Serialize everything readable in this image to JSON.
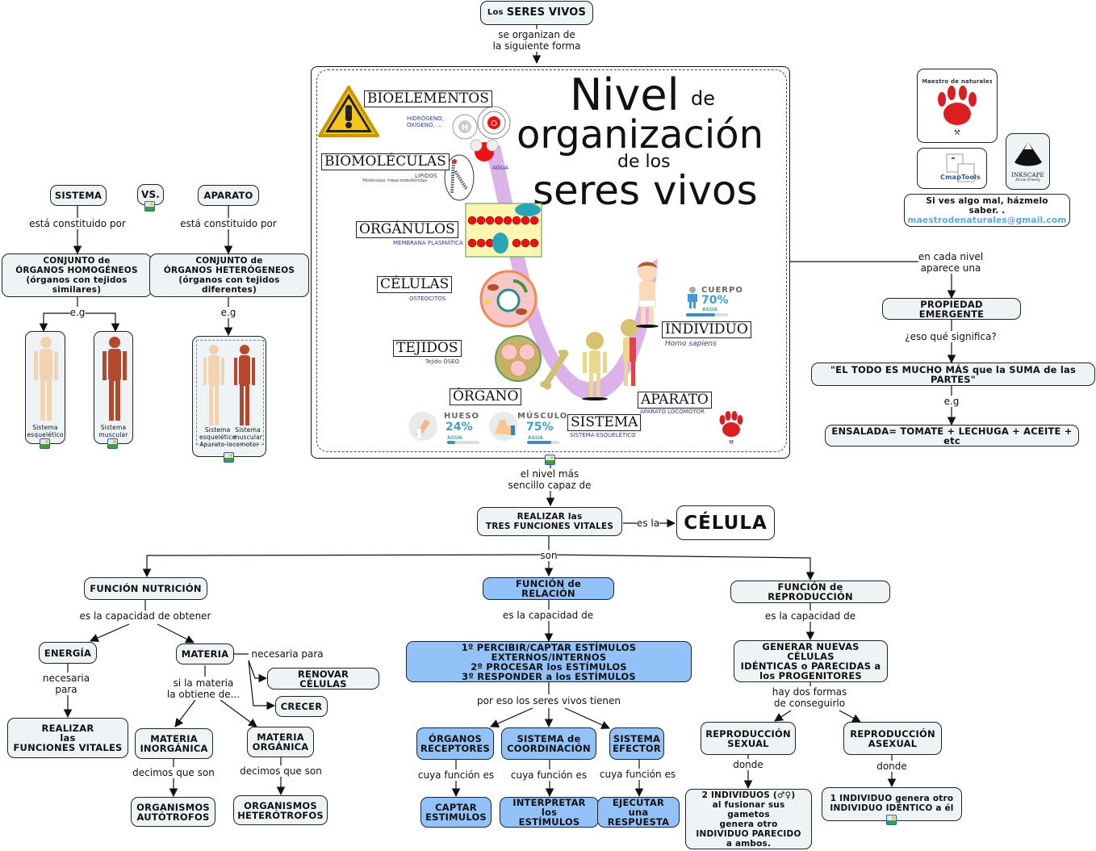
{
  "root": {
    "prefix": "Los",
    "main": "SERES VIVOS"
  },
  "link_root": "se organizan de\nla siguiente forma",
  "poster": {
    "title_nivel": "Nivel",
    "title_de": "de",
    "title_org": "organización",
    "title_delos": "de los",
    "title_seres": "seres vivos",
    "levels": [
      {
        "label": "BIOELEMENTOS",
        "sub": "HIDRÓGENO,\nOXÍGENO, ..."
      },
      {
        "label": "BIOMOLÉCULAS",
        "sub": "LÍPIDOS",
        "sub2": "Moléculas >macromoléculas"
      },
      {
        "label": "ORGÁNULOS",
        "sub": "MEMBRANA PLASMÁTICA"
      },
      {
        "label": "CÉLULAS",
        "sub": "OSTEOCITOS"
      },
      {
        "label": "TEJIDOS",
        "sub": "Tejido ÓSEO"
      },
      {
        "label": "ÓRGANO",
        "sub": ""
      },
      {
        "label": "SISTEMA",
        "sub": "SISTEMA ESQUELÉTICO"
      },
      {
        "label": "APARATO",
        "sub": "APARATO LOCOMOTOR"
      },
      {
        "label": "INDIVIDUO",
        "sub": "Homo sapiens"
      }
    ],
    "agua_label": "AGUA",
    "water_stats": [
      {
        "name": "HUESO",
        "percent": 24,
        "unit": "AGUA"
      },
      {
        "name": "MÚSCULO",
        "percent": 75,
        "unit": "AGUA"
      },
      {
        "name": "CUERPO",
        "percent": 70,
        "unit": "AGUA"
      }
    ],
    "atom_h": "H",
    "atom_o": "O"
  },
  "left": {
    "sistema": "SISTEMA",
    "vs": "VS.",
    "aparato": "APARATO",
    "link_sistema": "está constituido por",
    "link_aparato": "está constituido por",
    "homog": "CONJUNTO de\nÓRGANOS HOMOGÉNEOS\n(órganos con tejidos similares)",
    "heterog": "CONJUNTO de\nÓRGANOS HETERÓGENEOS\n(órganos con tejidos diferentes)",
    "eg1": "e.g",
    "eg2": "e.g",
    "esqueletico": "Sistema\nesquelético",
    "muscular": "Sistema\nmuscular",
    "ap_esq": "Sistema\nesquelético",
    "ap_mus": "Sistema\nmuscular",
    "ap_caption": "Aparato locomotor"
  },
  "right": {
    "logo_words": "Maestro de naturales",
    "cmap": "CmapTools",
    "inkscape": "INKSCAPE",
    "inkscape_tag": "Draw Freely",
    "contact_line": "Si ves algo mal, házmelo saber. .",
    "contact_email": "maestrodenaturales@gmail.com",
    "link_nivel": "en cada nivel\naparece una",
    "propiedad": "PROPIEDAD EMERGENTE",
    "link_significa": "¿eso qué significa?",
    "todo": "\"EL TODO ES MUCHO MÁS que la SUMA de las PARTES\"",
    "eg": "e.g",
    "ensalada": "ENSALADA= TOMATE + LECHUGA + ACEITE + etc"
  },
  "center": {
    "link_nivel": "el nivel más\nsencillo capaz de",
    "realizar": "REALIZAR las\nTRES FUNCIONES VITALES",
    "es_la": "es la",
    "celula": "CÉLULA",
    "son": "son"
  },
  "nutricion": {
    "title": "FUNCIÓN NUTRICIÓN",
    "link": "es la capacidad de obtener",
    "energia": "ENERGÍA",
    "materia": "MATERIA",
    "link_energia": "necesaria\npara",
    "realizar": "REALIZAR\nlas\nFUNCIONES VITALES",
    "link_materia_nec": "necesaria para",
    "renovar": "RENOVAR CÉLULAS",
    "crecer": "CRECER",
    "link_materia_si": "si la materia\nla obtiene de...",
    "inorganica": "MATERIA\nINORGÁNICA",
    "organica": "MATERIA\nORGÁNICA",
    "decimos1": "decimos que son",
    "decimos2": "decimos que son",
    "autotrofos": "ORGANISMOS\nAUTÓTROFOS",
    "heterotrofos": "ORGANISMOS\nHETERÓTROFOS"
  },
  "relacion": {
    "title": "FUNCIÓN de RELACIÓN",
    "link": "es la capacidad de",
    "pasos": "1º PERCIBIR/CAPTAR ESTÍMULOS EXTERNOS/INTERNOS\n2º PROCESAR los ESTÍMULOS\n3º RESPONDER a los ESTÍMULOS",
    "link_tienen": "por eso los seres vivos tienen",
    "receptores": "ÓRGANOS\nRECEPTORES",
    "coordinacion": "SISTEMA de\nCOORDINACIÓN",
    "efector": "SISTEMA\nEFECTOR",
    "cuya1": "cuya función es",
    "cuya2": "cuya función es",
    "cuya3": "cuya función es",
    "captar": "CAPTAR\nESTIMULOS",
    "interpretar": "INTERPRETAR los\nESTÍMULOS",
    "ejecutar": "EJECUTAR una\nRESPUESTA"
  },
  "reproduccion": {
    "title": "FUNCIÓN de REPRODUCCIÓN",
    "link": "es la capacidad de",
    "generar": "GENERAR NUEVAS CÉLULAS\nIDÉNTICAS o PARECIDAS a\nlos PROGENITORES",
    "link_formas": "hay dos formas\nde conseguirlo",
    "sexual": "REPRODUCCIÓN\nSEXUAL",
    "asexual": "REPRODUCCIÓN\nASEXUAL",
    "donde1": "donde",
    "donde2": "donde",
    "sexual_desc": "2 INDIVIDUOS (♂♀)\nal fusionar sus gametos\ngenera otro\nINDIVIDUO PARECIDO\na ambos.",
    "asexual_desc": "1 INDIVIDUO genera otro\nINDIVIDUO IDÉNTICO a él"
  },
  "colors": {
    "node_bg": "#eef3f5",
    "blue_node": "#93c2f8",
    "email": "#5aa9e6",
    "purple_arc": "#d5a6e6"
  }
}
